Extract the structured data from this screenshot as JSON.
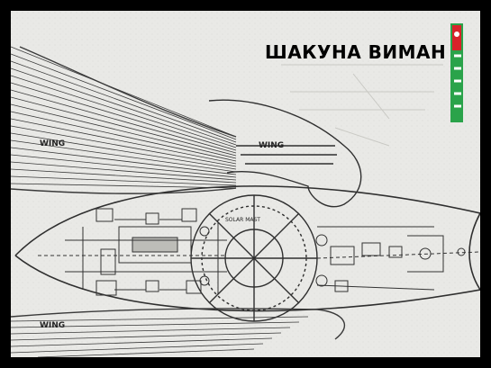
{
  "caption": {
    "title": "ШАКУНА ВИМАН"
  },
  "drawing": {
    "wing_label_top_left": "WING",
    "wing_label_top_center": "WING",
    "wing_label_bottom_left": "WING",
    "hull_annotation": "SOLAR MAST",
    "line_color": "#3a3a3a",
    "paper_color": "#e9e9e6"
  },
  "logo": {
    "icon": "channel-logo-icon",
    "accent_colors": [
      "#2aa34a",
      "#d8232a",
      "#ffffff"
    ]
  }
}
